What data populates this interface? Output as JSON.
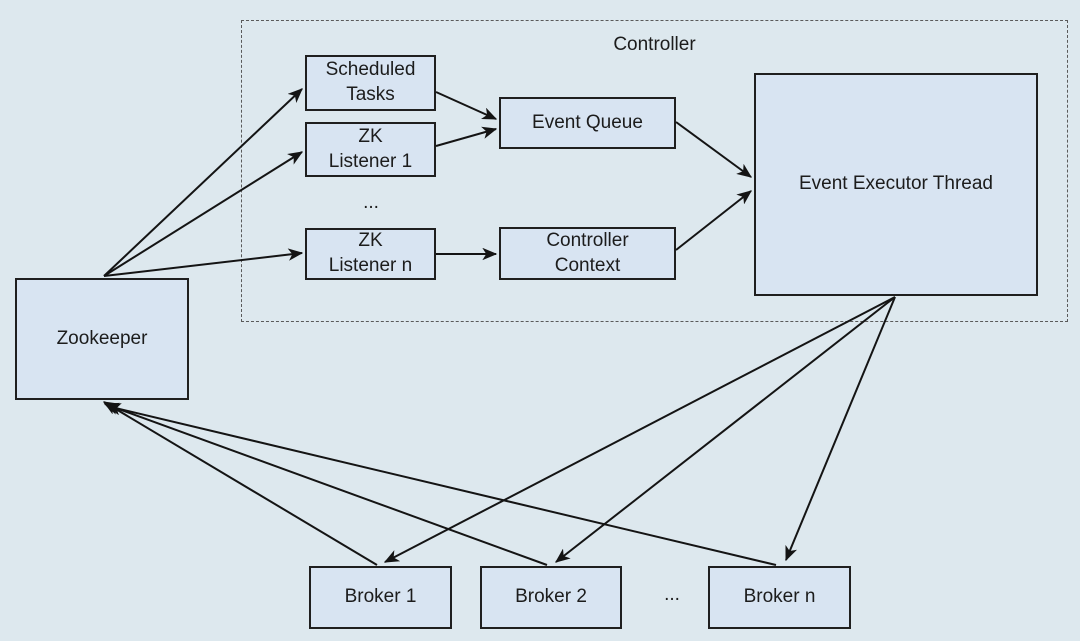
{
  "diagram": {
    "group_title": "Controller",
    "colors": {
      "background": "#dde8ee",
      "node_fill": "#d8e4f2",
      "node_border": "#1f1f1f",
      "arrow": "#141414",
      "dashed_border": "#5a5a5a",
      "text": "#1c1c1c"
    },
    "nodes": {
      "zookeeper": {
        "label": "Zookeeper"
      },
      "scheduled_tasks": {
        "label": [
          "Scheduled",
          "Tasks"
        ]
      },
      "zk_listener_1": {
        "label": [
          "ZK",
          "Listener 1"
        ]
      },
      "zk_listener_n": {
        "label": [
          "ZK",
          "Listener n"
        ]
      },
      "event_queue": {
        "label": "Event Queue"
      },
      "controller_context": {
        "label": [
          "Controller",
          "Context"
        ]
      },
      "event_executor_thread": {
        "label": "Event Executor Thread"
      },
      "broker_1": {
        "label": "Broker 1"
      },
      "broker_2": {
        "label": "Broker 2"
      },
      "broker_n": {
        "label": "Broker n"
      }
    },
    "ellipsis_listeners": "...",
    "ellipsis_brokers": "...",
    "edges": [
      {
        "from": "zookeeper",
        "to": "scheduled_tasks"
      },
      {
        "from": "zookeeper",
        "to": "zk_listener_1"
      },
      {
        "from": "zookeeper",
        "to": "zk_listener_n"
      },
      {
        "from": "scheduled_tasks",
        "to": "event_queue"
      },
      {
        "from": "zk_listener_1",
        "to": "event_queue"
      },
      {
        "from": "zk_listener_n",
        "to": "controller_context"
      },
      {
        "from": "event_queue",
        "to": "event_executor_thread"
      },
      {
        "from": "controller_context",
        "to": "event_executor_thread"
      },
      {
        "from": "event_executor_thread",
        "to": "broker_1"
      },
      {
        "from": "event_executor_thread",
        "to": "broker_2"
      },
      {
        "from": "event_executor_thread",
        "to": "broker_n"
      },
      {
        "from": "broker_1",
        "to": "zookeeper"
      },
      {
        "from": "broker_2",
        "to": "zookeeper"
      },
      {
        "from": "broker_n",
        "to": "zookeeper"
      }
    ]
  }
}
